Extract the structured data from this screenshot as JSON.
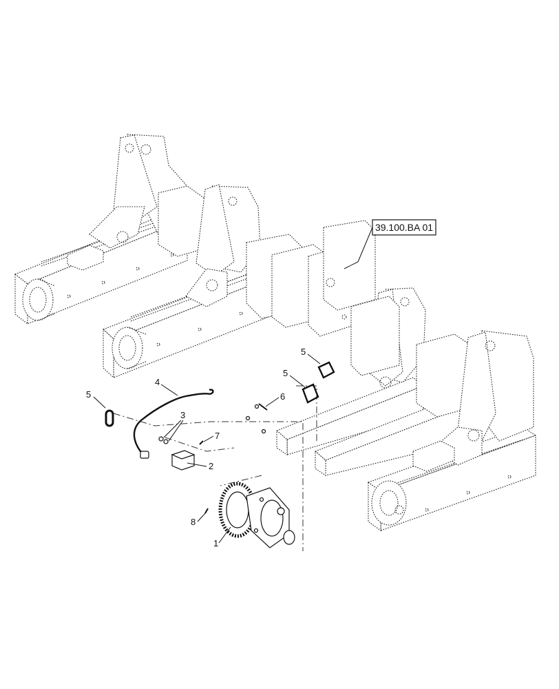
{
  "reference_box": {
    "label": "39.100.BA 01"
  },
  "callouts": [
    {
      "id": "c1",
      "number": "1"
    },
    {
      "id": "c2",
      "number": "2"
    },
    {
      "id": "c3",
      "number": "3"
    },
    {
      "id": "c4",
      "number": "4"
    },
    {
      "id": "c5a",
      "number": "5"
    },
    {
      "id": "c5b",
      "number": "5"
    },
    {
      "id": "c5c",
      "number": "5"
    },
    {
      "id": "c6",
      "number": "6"
    },
    {
      "id": "c7",
      "number": "7"
    },
    {
      "id": "c8",
      "number": "8"
    }
  ]
}
